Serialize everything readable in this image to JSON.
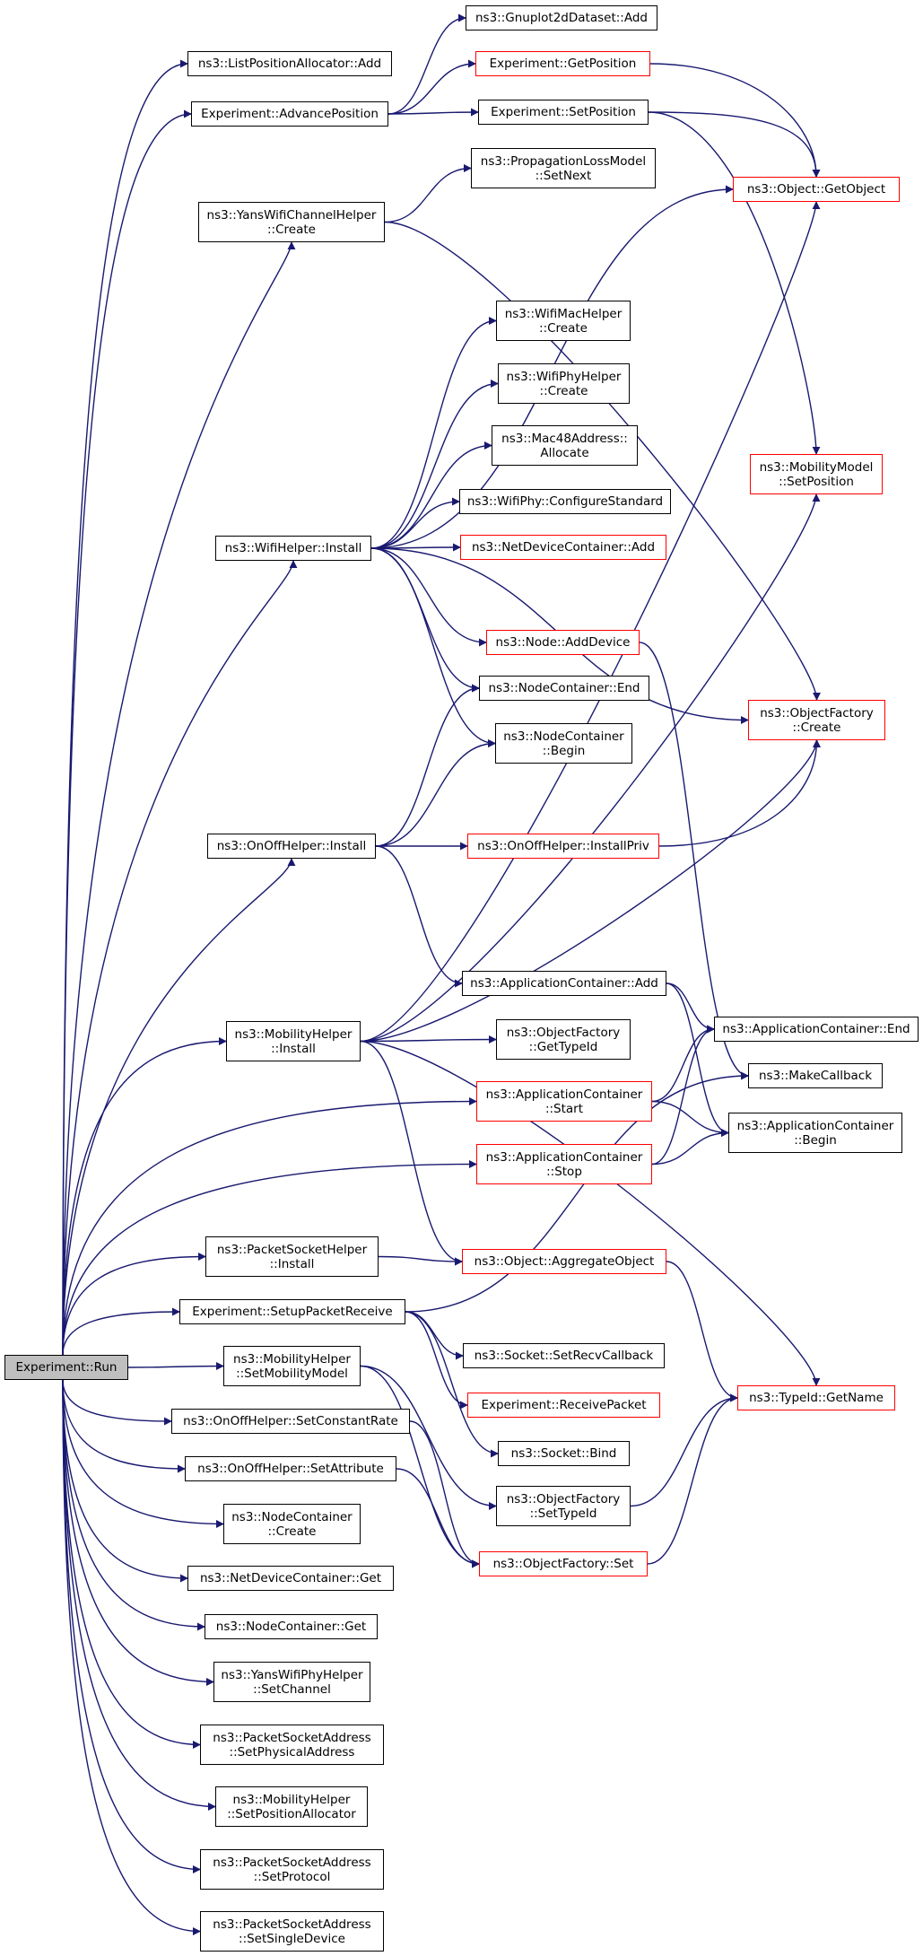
{
  "colors": {
    "edge": "#191970",
    "linked_border": "#ff0000",
    "plain_border": "#000000",
    "root_fill": "#bfbfbf"
  },
  "nodes": [
    {
      "id": "run",
      "label": "Experiment::Run"
    },
    {
      "id": "listpos_add",
      "label": "ns3::ListPositionAllocator::Add"
    },
    {
      "id": "advancepos",
      "label": "Experiment::AdvancePosition"
    },
    {
      "id": "gnuplot_add",
      "label": "ns3::Gnuplot2dDataset::Add"
    },
    {
      "id": "getposition",
      "label": "Experiment::GetPosition"
    },
    {
      "id": "setposition",
      "label": "Experiment::SetPosition"
    },
    {
      "id": "proploss_setnext",
      "label": "ns3::PropagationLossModel\n::SetNext"
    },
    {
      "id": "yans_channel_create",
      "label": "ns3::YansWifiChannelHelper\n::Create"
    },
    {
      "id": "object_getobject",
      "label": "ns3::Object::GetObject"
    },
    {
      "id": "wifimac_create",
      "label": "ns3::WifiMacHelper\n::Create"
    },
    {
      "id": "wifiphy_create",
      "label": "ns3::WifiPhyHelper\n::Create"
    },
    {
      "id": "mac48_allocate",
      "label": "ns3::Mac48Address::\nAllocate"
    },
    {
      "id": "mobilitymodel_setposition",
      "label": "ns3::MobilityModel\n::SetPosition"
    },
    {
      "id": "wifiphy_configurestandard",
      "label": "ns3::WifiPhy::ConfigureStandard"
    },
    {
      "id": "wifihelper_install",
      "label": "ns3::WifiHelper::Install"
    },
    {
      "id": "netdevcontainer_add",
      "label": "ns3::NetDeviceContainer::Add"
    },
    {
      "id": "node_adddevice",
      "label": "ns3::Node::AddDevice"
    },
    {
      "id": "nodecontainer_end",
      "label": "ns3::NodeContainer::End"
    },
    {
      "id": "objectfactory_create",
      "label": "ns3::ObjectFactory\n::Create"
    },
    {
      "id": "nodecontainer_begin",
      "label": "ns3::NodeContainer\n::Begin"
    },
    {
      "id": "onoff_install",
      "label": "ns3::OnOffHelper::Install"
    },
    {
      "id": "onoff_installpriv",
      "label": "ns3::OnOffHelper::InstallPriv"
    },
    {
      "id": "appcontainer_add",
      "label": "ns3::ApplicationContainer::Add"
    },
    {
      "id": "appcontainer_end",
      "label": "ns3::ApplicationContainer::End"
    },
    {
      "id": "mobilityhelper_install",
      "label": "ns3::MobilityHelper\n::Install"
    },
    {
      "id": "objectfactory_gettypeid",
      "label": "ns3::ObjectFactory\n::GetTypeId"
    },
    {
      "id": "makecallback",
      "label": "ns3::MakeCallback"
    },
    {
      "id": "appcontainer_start",
      "label": "ns3::ApplicationContainer\n::Start"
    },
    {
      "id": "appcontainer_begin",
      "label": "ns3::ApplicationContainer\n::Begin"
    },
    {
      "id": "appcontainer_stop",
      "label": "ns3::ApplicationContainer\n::Stop"
    },
    {
      "id": "packetsockethelper_install",
      "label": "ns3::PacketSocketHelper\n::Install"
    },
    {
      "id": "object_aggregateobject",
      "label": "ns3::Object::AggregateObject"
    },
    {
      "id": "setuppacketreceive",
      "label": "Experiment::SetupPacketReceive"
    },
    {
      "id": "socket_setrecvcallback",
      "label": "ns3::Socket::SetRecvCallback"
    },
    {
      "id": "mobilityhelper_setmobilitymodel",
      "label": "ns3::MobilityHelper\n::SetMobilityModel"
    },
    {
      "id": "typeid_getname",
      "label": "ns3::TypeId::GetName"
    },
    {
      "id": "receivepacket",
      "label": "Experiment::ReceivePacket"
    },
    {
      "id": "onoff_setconstantrate",
      "label": "ns3::OnOffHelper::SetConstantRate"
    },
    {
      "id": "socket_bind",
      "label": "ns3::Socket::Bind"
    },
    {
      "id": "onoff_setattribute",
      "label": "ns3::OnOffHelper::SetAttribute"
    },
    {
      "id": "objectfactory_settypeid",
      "label": "ns3::ObjectFactory\n::SetTypeId"
    },
    {
      "id": "nodecontainer_create",
      "label": "ns3::NodeContainer\n::Create"
    },
    {
      "id": "objectfactory_set",
      "label": "ns3::ObjectFactory::Set"
    },
    {
      "id": "netdevcontainer_get",
      "label": "ns3::NetDeviceContainer::Get"
    },
    {
      "id": "nodecontainer_get",
      "label": "ns3::NodeContainer::Get"
    },
    {
      "id": "yansphy_setchannel",
      "label": "ns3::YansWifiPhyHelper\n::SetChannel"
    },
    {
      "id": "psaddr_setphysicaladdress",
      "label": "ns3::PacketSocketAddress\n::SetPhysicalAddress"
    },
    {
      "id": "mobilityhelper_setpositionallocator",
      "label": "ns3::MobilityHelper\n::SetPositionAllocator"
    },
    {
      "id": "psaddr_setprotocol",
      "label": "ns3::PacketSocketAddress\n::SetProtocol"
    },
    {
      "id": "psaddr_setsingledevice",
      "label": "ns3::PacketSocketAddress\n::SetSingleDevice"
    }
  ]
}
